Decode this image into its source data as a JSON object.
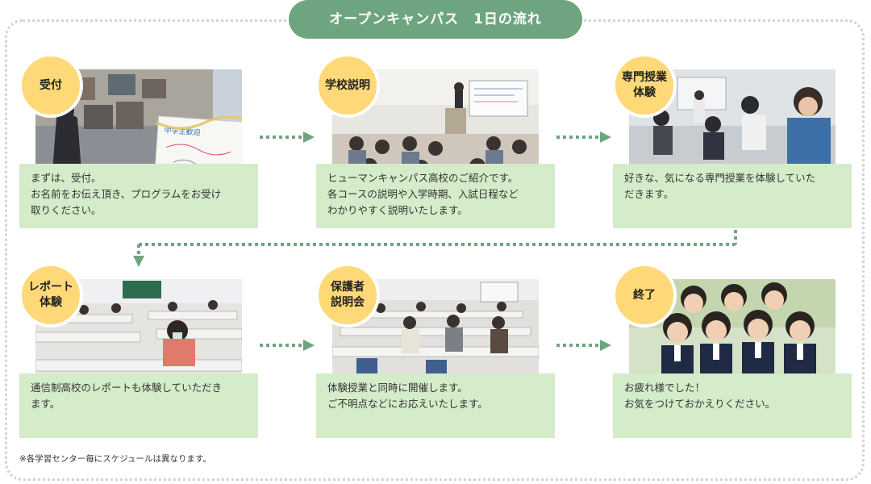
{
  "title": "オープンキャンパス　1日の流れ",
  "steps": [
    {
      "badge": "受付",
      "text": "まずは、受付。\nお名前をお伝え頂き、プログラムをお受け取りください。",
      "lines": [
        "まずは、受付。",
        "お名前をお伝え頂き、プログラムをお受け",
        "取りください。"
      ]
    },
    {
      "badge": "学校説明",
      "lines": [
        "ヒューマンキャンパス高校のご紹介です。",
        "各コースの説明や入学時期、入試日程など",
        "わかりやすく説明いたします。"
      ]
    },
    {
      "badge": "専門授業\n体験",
      "lines": [
        "好きな、気になる専門授業を体験していた",
        "だきます。"
      ]
    },
    {
      "badge": "レポート\n体験",
      "lines": [
        "通信制高校のレポートも体験していただき",
        "ます。"
      ]
    },
    {
      "badge": "保護者\n説明会",
      "lines": [
        "体験授業と同時に開催します。",
        "ご不明点などにお応えいたします。"
      ]
    },
    {
      "badge": "終了",
      "lines": [
        "お疲れ様でした！",
        "お気をつけておかえりください。"
      ]
    }
  ],
  "note": "※各学習センター毎にスケジュールは異なります。",
  "colors": {
    "title_bg": "#6ea580",
    "desc_bg": "#d4ecc9",
    "badge_bg": "#ffd978",
    "arrow": "#6ea580",
    "frame": "#d3d3d3"
  }
}
